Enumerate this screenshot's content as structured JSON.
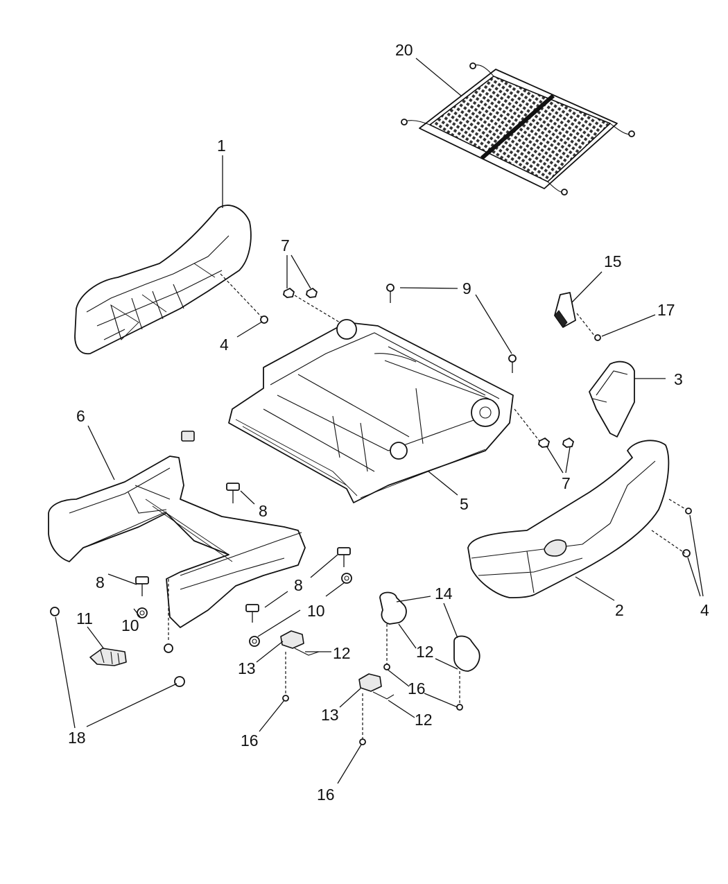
{
  "diagram": {
    "callouts": [
      {
        "id": "c20",
        "label": "20"
      },
      {
        "id": "c1",
        "label": "1"
      },
      {
        "id": "c7a",
        "label": "7"
      },
      {
        "id": "c9",
        "label": "9"
      },
      {
        "id": "c15",
        "label": "15"
      },
      {
        "id": "c17",
        "label": "17"
      },
      {
        "id": "c4a",
        "label": "4"
      },
      {
        "id": "c3",
        "label": "3"
      },
      {
        "id": "c6",
        "label": "6"
      },
      {
        "id": "c7b",
        "label": "7"
      },
      {
        "id": "c8a",
        "label": "8"
      },
      {
        "id": "c5",
        "label": "5"
      },
      {
        "id": "c8b",
        "label": "8"
      },
      {
        "id": "c8c",
        "label": "8"
      },
      {
        "id": "c10a",
        "label": "10"
      },
      {
        "id": "c10b",
        "label": "10"
      },
      {
        "id": "c14",
        "label": "14"
      },
      {
        "id": "c2",
        "label": "2"
      },
      {
        "id": "c4b",
        "label": "4"
      },
      {
        "id": "c11",
        "label": "11"
      },
      {
        "id": "c12a",
        "label": "12"
      },
      {
        "id": "c12b",
        "label": "12"
      },
      {
        "id": "c13a",
        "label": "13"
      },
      {
        "id": "c16a",
        "label": "16"
      },
      {
        "id": "c13b",
        "label": "13"
      },
      {
        "id": "c12c",
        "label": "12"
      },
      {
        "id": "c18",
        "label": "18"
      },
      {
        "id": "c16b",
        "label": "16"
      },
      {
        "id": "c16c",
        "label": "16"
      }
    ]
  }
}
